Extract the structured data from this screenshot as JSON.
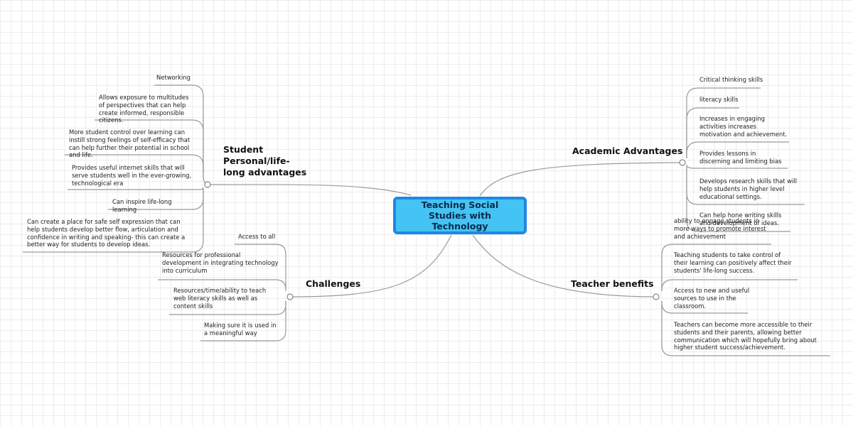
{
  "central": "Teaching Social Studies with Technology",
  "branches": {
    "student": {
      "label": "Student Personal/life-long advantages",
      "items": [
        "Networking",
        "Allows exposure to multitudes of perspectives that can help create informed, responsible citizens.",
        "More student control over learning can instill strong feelings of self-efficacy that can help further their potential in school and life.",
        "Provides useful internet skills that will serve students well in the ever-growing, technological era",
        "Can inspire life-long learning",
        "Can create a place for safe self expression that can help students develop better flow, articulation and confidence in writing and speaking- this can create a better way for students to develop ideas."
      ]
    },
    "challenges": {
      "label": "Challenges",
      "items": [
        "Access to all",
        "Resources for professional development in integrating technology into curriculum",
        "Resources/time/ability to teach web literacy skills as well as content skills",
        "Making sure it is used in a meaningful way"
      ]
    },
    "academic": {
      "label": "Academic Advantages",
      "items": [
        "Critical thinking skills",
        "literacy skills",
        "Increases in engaging activities increases motivation and achievement.",
        "Provides lessons in discerning and limiting bias",
        "Develops research skills that will help students in higher level educational settings.",
        "Can help hone writing skills and development of ideas."
      ]
    },
    "teacher": {
      "label": "Teacher benefits",
      "items": [
        "ability to engage students in more ways to promote interest and achievement",
        "Teaching students to take control of their learning can positively affect their students' life-long success.",
        "Access to new and useful sources to use in the classroom.",
        "Teachers can become more accessible to their students and their parents, allowing better communication which will hopefully bring about higher student success/achievement."
      ]
    }
  }
}
